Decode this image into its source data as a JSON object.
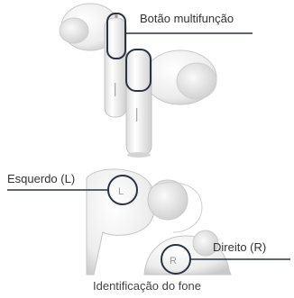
{
  "labels": {
    "multifunction_button": "Botão multifunção",
    "left_earbud": "Esquerdo (L)",
    "right_earbud": "Direito (R)"
  },
  "caption": "Identificação do fone",
  "earbud_markings": {
    "left": "L",
    "right": "R"
  },
  "colors": {
    "earbud_body": "#f1f1f1",
    "earbud_shade": "#d6d6d6",
    "highlight_outline": "#2b3340",
    "leader_line": "#2b3340",
    "text": "#333333"
  }
}
